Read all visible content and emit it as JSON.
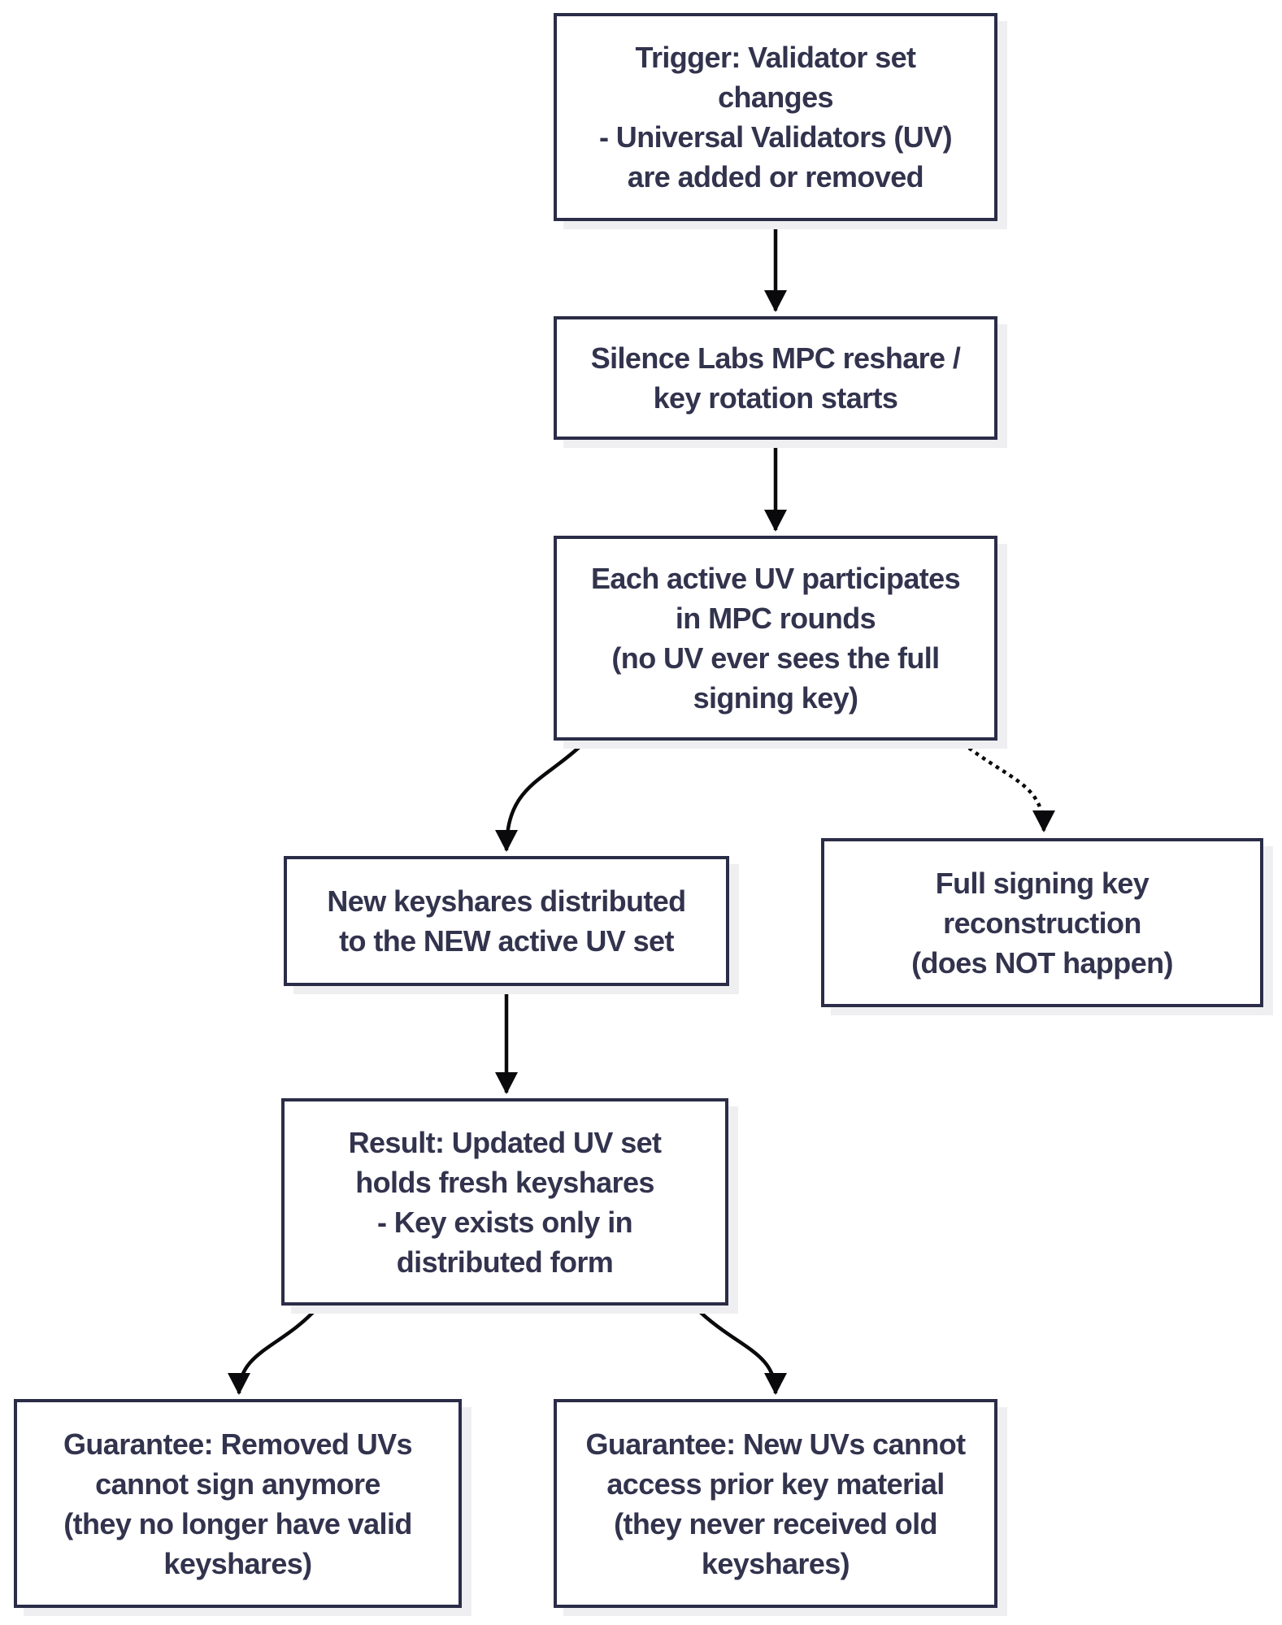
{
  "diagram_type": "flowchart",
  "colors": {
    "border": "#2b2c47",
    "text": "#32334d",
    "arrow": "#0a0a0d",
    "background": "#ffffff",
    "node_bg": "#ffffff",
    "shadow": "#efeff1"
  },
  "nodes": {
    "trigger": {
      "lines": [
        "Trigger: Validator set",
        "changes",
        "- Universal Validators (UV)",
        "are added or removed"
      ]
    },
    "reshare": {
      "lines": [
        "Silence Labs MPC reshare /",
        "key rotation starts"
      ]
    },
    "mpc_rounds": {
      "lines": [
        "Each active UV participates",
        "in MPC rounds",
        "(no UV ever sees the full",
        "signing key)"
      ]
    },
    "new_keyshares": {
      "lines": [
        "New keyshares distributed",
        "to the NEW active UV set"
      ]
    },
    "reconstruction": {
      "lines": [
        "Full signing key",
        "reconstruction",
        "(does NOT happen)"
      ]
    },
    "result": {
      "lines": [
        "Result: Updated UV set",
        "holds fresh keyshares",
        "- Key exists only in",
        "distributed form"
      ]
    },
    "guarantee_removed": {
      "lines": [
        "Guarantee: Removed UVs",
        "cannot sign anymore",
        "(they no longer have valid",
        "keyshares)"
      ]
    },
    "guarantee_new": {
      "lines": [
        "Guarantee: New UVs cannot",
        "access prior key material",
        "(they never received old",
        "keyshares)"
      ]
    }
  },
  "edges": [
    {
      "from": "trigger",
      "to": "reshare",
      "style": "solid"
    },
    {
      "from": "reshare",
      "to": "mpc_rounds",
      "style": "solid"
    },
    {
      "from": "mpc_rounds",
      "to": "new_keyshares",
      "style": "solid"
    },
    {
      "from": "mpc_rounds",
      "to": "reconstruction",
      "style": "dotted"
    },
    {
      "from": "new_keyshares",
      "to": "result",
      "style": "solid"
    },
    {
      "from": "result",
      "to": "guarantee_removed",
      "style": "solid"
    },
    {
      "from": "result",
      "to": "guarantee_new",
      "style": "solid"
    }
  ]
}
